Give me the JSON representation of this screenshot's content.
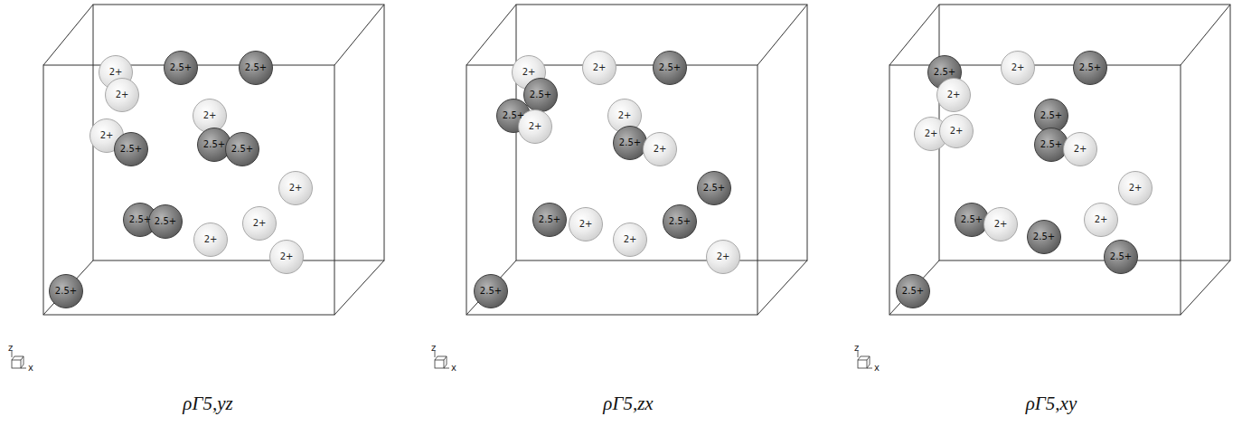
{
  "diagram": {
    "nodes": [
      {
        "text": [
          "ρΓ5,yz"
        ]
      },
      {
        "text": [
          "2+"
        ],
        "in": 0
      },
      {
        "text": [
          "2+"
        ],
        "in": 0
      },
      {
        "text": [
          "2.5+"
        ],
        "in": 0
      },
      {
        "text": [
          "2.5+"
        ],
        "in": 0
      },
      {
        "text": [
          "2+"
        ],
        "in": 0
      },
      {
        "text": [
          "2.5+"
        ],
        "in": 0
      },
      {
        "text": [
          "2+"
        ],
        "in": 0
      },
      {
        "text": [
          "2.5+"
        ],
        "in": 0
      },
      {
        "text": [
          "2.5+"
        ],
        "in": 0
      },
      {
        "text": [
          "2+"
        ],
        "in": 0
      },
      {
        "text": [
          "2.5+"
        ],
        "in": 0
      },
      {
        "text": [
          "2.5+"
        ],
        "in": 0
      },
      {
        "text": [
          "2+"
        ],
        "in": 0
      },
      {
        "text": [
          "2+"
        ],
        "in": 0
      },
      {
        "text": [
          "2+"
        ],
        "in": 0
      },
      {
        "text": [
          "2.5+"
        ],
        "in": 0
      },
      {
        "text": [
          "ρΓ5,zx"
        ]
      },
      {
        "text": [
          "2+"
        ],
        "in": 17
      },
      {
        "text": [
          "2.5+"
        ],
        "in": 17
      },
      {
        "text": [
          "2+"
        ],
        "in": 17
      },
      {
        "text": [
          "2.5+"
        ],
        "in": 17
      },
      {
        "text": [
          "2.5+"
        ],
        "in": 17
      },
      {
        "text": [
          "2+"
        ],
        "in": 17
      },
      {
        "text": [
          "2+"
        ],
        "in": 17
      },
      {
        "text": [
          "2.5+"
        ],
        "in": 17
      },
      {
        "text": [
          "2+"
        ],
        "in": 17
      },
      {
        "text": [
          "2.5+"
        ],
        "in": 17
      },
      {
        "text": [
          "2.5+"
        ],
        "in": 17
      },
      {
        "text": [
          "2+"
        ],
        "in": 17
      },
      {
        "text": [
          "2.5+"
        ],
        "in": 17
      },
      {
        "text": [
          "2+"
        ],
        "in": 17
      },
      {
        "text": [
          "2+"
        ],
        "in": 17
      },
      {
        "text": [
          "2.5+"
        ],
        "in": 17
      },
      {
        "text": [
          "ρΓ5,xy"
        ]
      },
      {
        "text": [
          "2.5+"
        ],
        "in": 34
      },
      {
        "text": [
          "2+"
        ],
        "in": 34
      },
      {
        "text": [
          "2+"
        ],
        "in": 34
      },
      {
        "text": [
          "2.5+"
        ],
        "in": 34
      },
      {
        "text": [
          "2+"
        ],
        "in": 34
      },
      {
        "text": [
          "2+"
        ],
        "in": 34
      },
      {
        "text": [
          "2.5+"
        ],
        "in": 34
      },
      {
        "text": [
          "2.5+"
        ],
        "in": 34
      },
      {
        "text": [
          "2+"
        ],
        "in": 34
      },
      {
        "text": [
          "2+"
        ],
        "in": 34
      },
      {
        "text": [
          "2.5+"
        ],
        "in": 34
      },
      {
        "text": [
          "2+"
        ],
        "in": 34
      },
      {
        "text": [
          "2.5+"
        ],
        "in": 34
      },
      {
        "text": [
          "2+"
        ],
        "in": 34
      },
      {
        "text": [
          "2.5+"
        ],
        "in": 34
      },
      {
        "text": [
          "2.5+"
        ],
        "in": 34
      }
    ],
    "labels": [
      "z",
      "x",
      "z",
      "x",
      "z",
      "x"
    ]
  }
}
